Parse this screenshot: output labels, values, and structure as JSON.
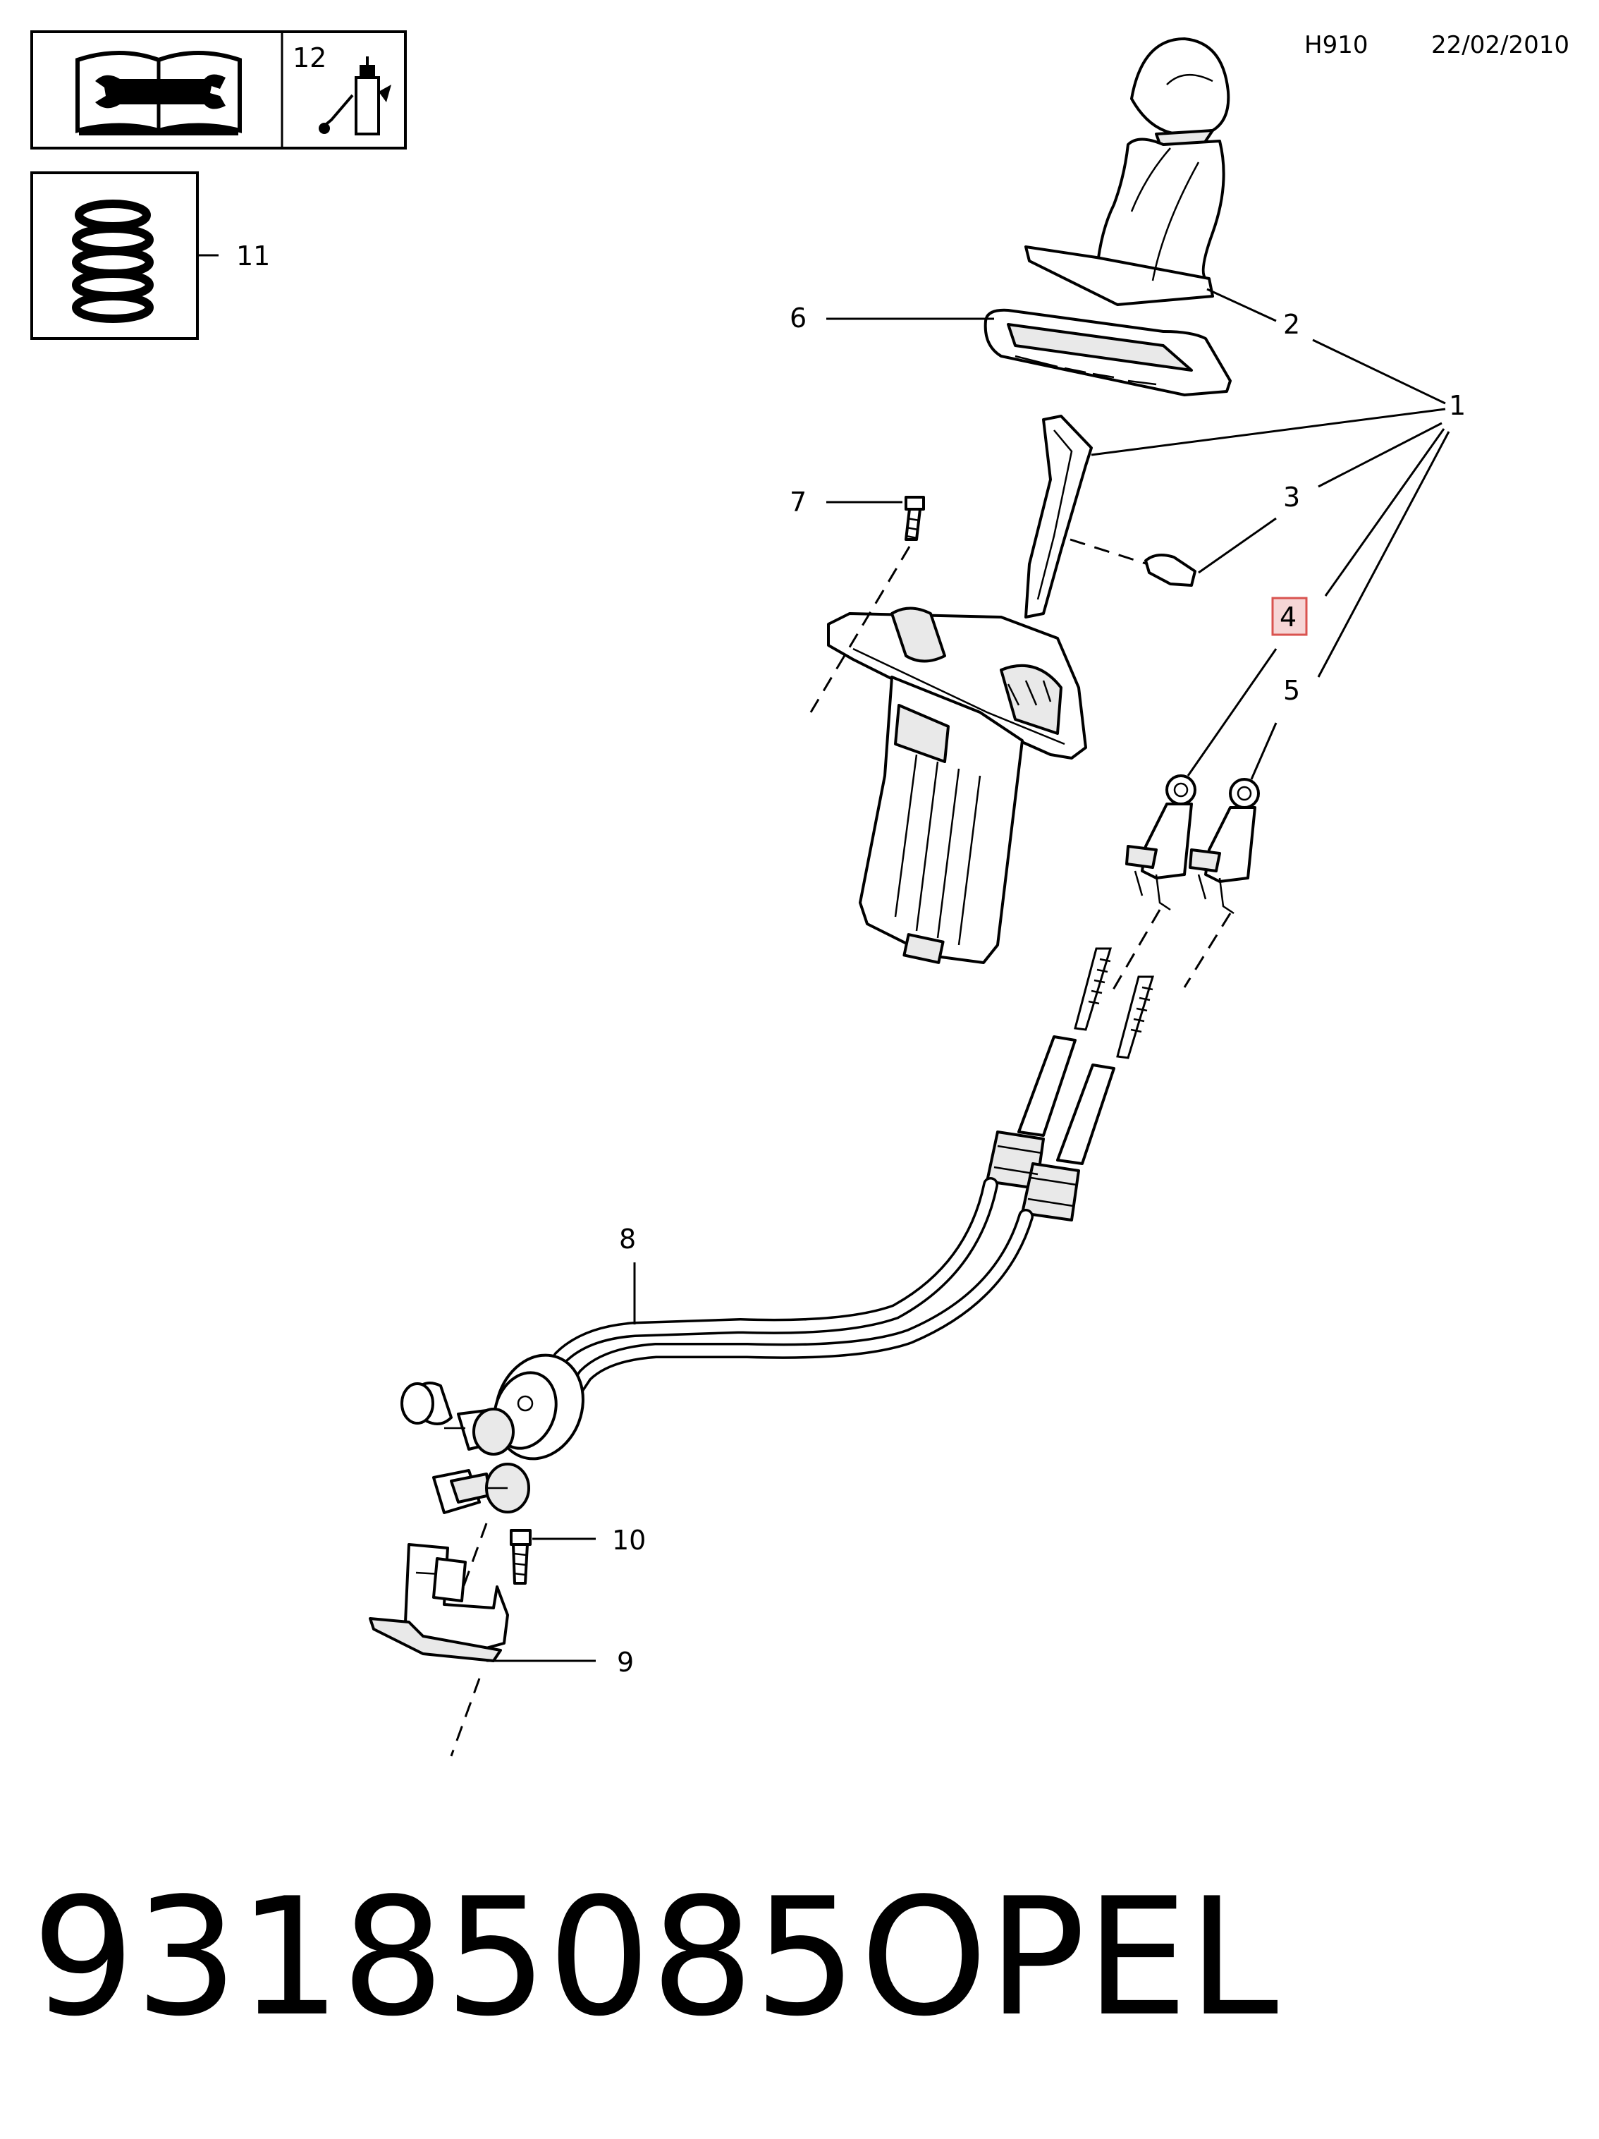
{
  "header": {
    "code": "H910",
    "date": "22/02/2010"
  },
  "callouts": {
    "c1": "1",
    "c2": "2",
    "c3": "3",
    "c4": "4",
    "c5": "5",
    "c6": "6",
    "c7": "7",
    "c8": "8",
    "c9": "9",
    "c10": "10",
    "c11": "11",
    "c12": "12"
  },
  "highlight_color": "#d9534f",
  "icons": [
    "manual-wrench-icon",
    "lubricant-bottle-icon",
    "spring-coil-icon"
  ],
  "footer": {
    "part_number": "93185085",
    "brand": "OPEL"
  }
}
